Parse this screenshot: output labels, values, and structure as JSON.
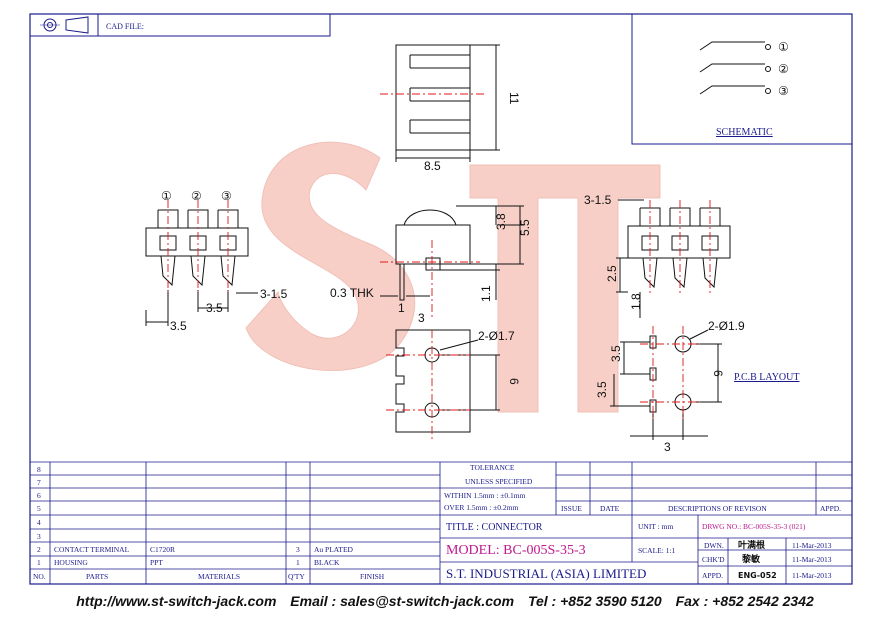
{
  "header": {
    "cad_file_label": "CAD FILE:"
  },
  "schematic": {
    "label": "SCHEMATIC",
    "pins": [
      "①",
      "②",
      "③"
    ]
  },
  "front_view": {
    "pins": [
      "①",
      "②",
      "③"
    ],
    "dims": {
      "pitch_a": "3.5",
      "pitch_b": "3.5",
      "pins": "3-1.5"
    }
  },
  "top_view": {
    "dims": {
      "height": "11",
      "width": "8.5"
    }
  },
  "side_view": {
    "dims": {
      "h1": "3.8",
      "h2": "5.5",
      "thk": "0.3 THK",
      "one": "1",
      "lead": "1.1",
      "off": "3"
    }
  },
  "bottom_view": {
    "dims": {
      "hole": "2-Ø1.7",
      "spacing": "6"
    }
  },
  "right_view": {
    "dims": {
      "pins": "3-1.5",
      "h": "2.5",
      "lead": "1.8"
    }
  },
  "pcb_layout": {
    "label": "P.C.B LAYOUT",
    "dims": {
      "hole": "2-Ø1.9",
      "p1": "3.5",
      "p2": "3.5",
      "spacing": "6",
      "offset": "3"
    }
  },
  "watermark": "ST",
  "bom": {
    "headers": {
      "no": "NO.",
      "parts": "PARTS",
      "materials": "MATERIALS",
      "qty": "Q'TY",
      "finish": "FINISH"
    },
    "row_numbers": [
      "8",
      "7",
      "6",
      "5",
      "4",
      "3",
      "2",
      "1"
    ],
    "rows": [
      {
        "no": "2",
        "part": "CONTACT TERMINAL",
        "material": "C1720R",
        "qty": "3",
        "finish": "Au PLATED"
      },
      {
        "no": "1",
        "part": "HOUSING",
        "material": "PPT",
        "qty": "1",
        "finish": "BLACK"
      }
    ]
  },
  "tolerance": {
    "title": "TOLERANCE",
    "subtitle": "UNLESS SPECIFIED",
    "within": "WITHIN 1.5mm : ±0.1mm",
    "over": "OVER 1.5mm : ±0.2mm"
  },
  "revision": {
    "issue": "ISSUE",
    "date": "DATE",
    "descriptions": "DESCRIPTIONS OF REVISON",
    "appd": "APPD."
  },
  "title_block": {
    "title": "TITLE : CONNECTOR",
    "model": "MODEL: BC-005S-35-3",
    "company": "S.T. INDUSTRIAL (ASIA) LIMITED",
    "unit_label": "UNIT : mm",
    "scale_label": "SCALE: 1:1",
    "drwg_no": "DRWG NO.: BC-005S-35-3 (021)",
    "dwn_label": "DWN.",
    "dwn_name": "叶满根",
    "dwn_date": "11-Mar-2013",
    "chkd_label": "CHK'D",
    "chkd_name": "黎敏",
    "chkd_date": "11-Mar-2013",
    "appd_label": "APPD.",
    "appd_name": "ENG-052",
    "appd_date": "11-Mar-2013"
  },
  "footer": {
    "url": "http://www.st-switch-jack.com",
    "email": "Email : sales@st-switch-jack.com",
    "tel": "Tel : +852 3590 5120",
    "fax": "Fax : +852 2542 2342"
  },
  "colors": {
    "frame": "#1a1a8c",
    "magenta": "#c0188e",
    "centerline": "#e01818",
    "watermark": "#f2a89a"
  }
}
